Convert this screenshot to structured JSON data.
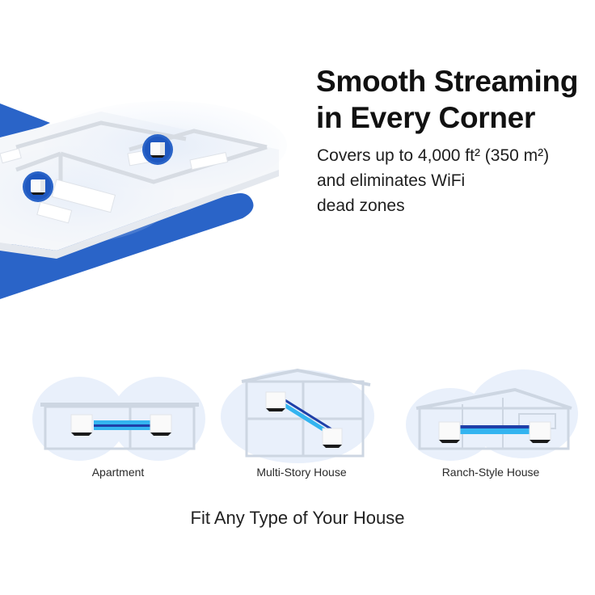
{
  "hero": {
    "headline_line1": "Smooth Streaming",
    "headline_line2": "in Every Corner",
    "sub_line1": "Covers up to 4,000 ft² (350 m²)",
    "sub_line2": "and eliminates WiFi",
    "sub_line3": "dead zones",
    "illustration": "isometric-floorplan-with-two-mesh-units"
  },
  "house_types": [
    {
      "label": "Apartment",
      "icon": "apartment-illustration"
    },
    {
      "label": "Multi-Story House",
      "icon": "multi-story-house-illustration"
    },
    {
      "label": "Ranch-Style House",
      "icon": "ranch-style-house-illustration"
    }
  ],
  "footer": {
    "title": "Fit Any Type of Your House"
  },
  "colors": {
    "brand_blue": "#2a64c8",
    "link_light_blue": "#33b4f0",
    "link_dark_blue": "#1f3fa8",
    "house_outline": "#c9d3e0",
    "coverage_glow": "#e6eefa"
  }
}
